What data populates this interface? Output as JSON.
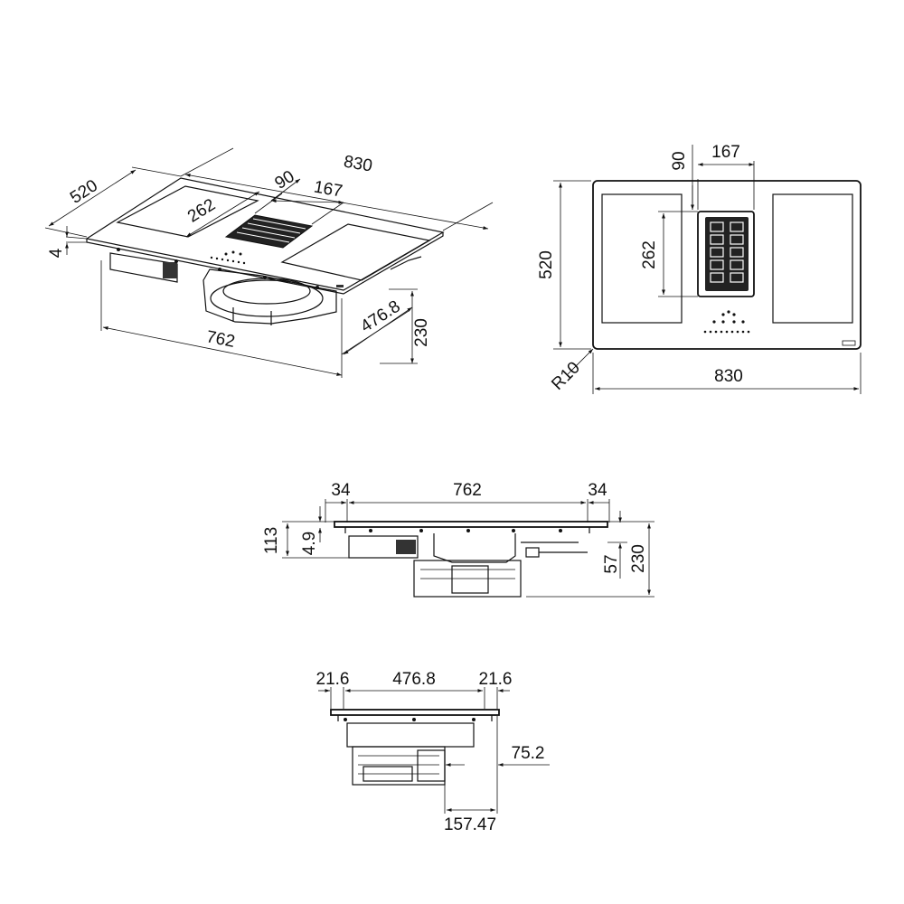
{
  "perspective_view": {
    "dim_width": "830",
    "dim_depth": "520",
    "dim_glass_thickness": "4",
    "dim_extractor_width": "90",
    "dim_extractor_length": "167",
    "dim_zone_length": "262",
    "dim_cutout_width": "762",
    "dim_cutout_depth": "476.8",
    "dim_height": "230"
  },
  "top_view": {
    "dim_extractor_offset": "90",
    "dim_extractor_width": "167",
    "dim_extractor_length": "262",
    "dim_depth": "520",
    "dim_corner_radius": "R10",
    "dim_width": "830"
  },
  "front_view": {
    "dim_margin_left": "34",
    "dim_cutout_width": "762",
    "dim_margin_right": "34",
    "dim_upper_height": "113",
    "dim_glass_height": "4.9",
    "dim_connection_height": "57",
    "dim_total_height": "230"
  },
  "side_view": {
    "dim_margin_left": "21.6",
    "dim_cutout_depth": "476.8",
    "dim_margin_right": "21.6",
    "dim_outlet_offset": "75.2",
    "dim_outlet_depth": "157.47"
  }
}
